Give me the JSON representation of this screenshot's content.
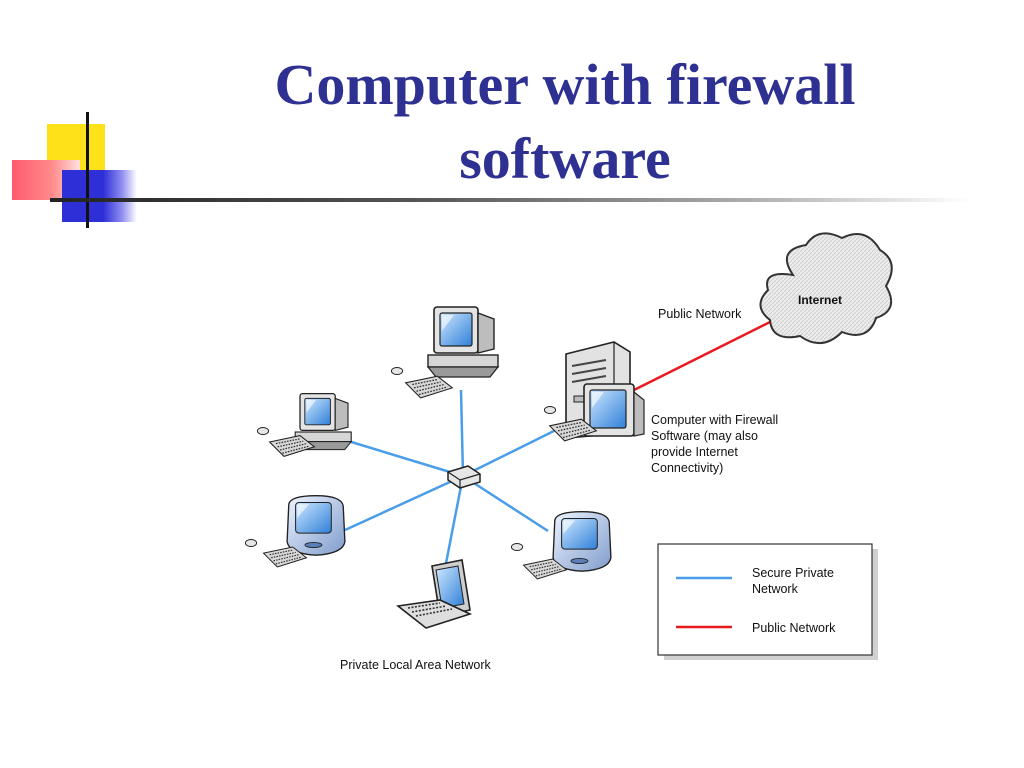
{
  "slide": {
    "title_line1": "Computer with firewall",
    "title_line2": "software"
  },
  "diagram": {
    "cloud_label": "Internet",
    "public_network_label": "Public Network",
    "firewall_caption": [
      "Computer with Firewall",
      "Software (may also",
      "provide Internet",
      "Connectivity)"
    ],
    "lan_label": "Private Local Area Network",
    "legend": {
      "items": [
        {
          "label_lines": [
            "Secure Private",
            "Network"
          ],
          "color": "#4a9de8"
        },
        {
          "label_lines": [
            "Public Network"
          ],
          "color": "#e8191e"
        }
      ]
    }
  },
  "colors": {
    "title": "#2e3192",
    "private_link": "#4a9de8",
    "public_link": "#e8191e",
    "deco_yellow": "#ffe119",
    "deco_red": "#ff5a6e",
    "deco_blue": "#2f2fd8"
  },
  "icons": [
    "cloud-icon",
    "desktop-computer-icon",
    "imac-computer-icon",
    "laptop-icon",
    "network-hub-icon",
    "tower-server-icon"
  ]
}
